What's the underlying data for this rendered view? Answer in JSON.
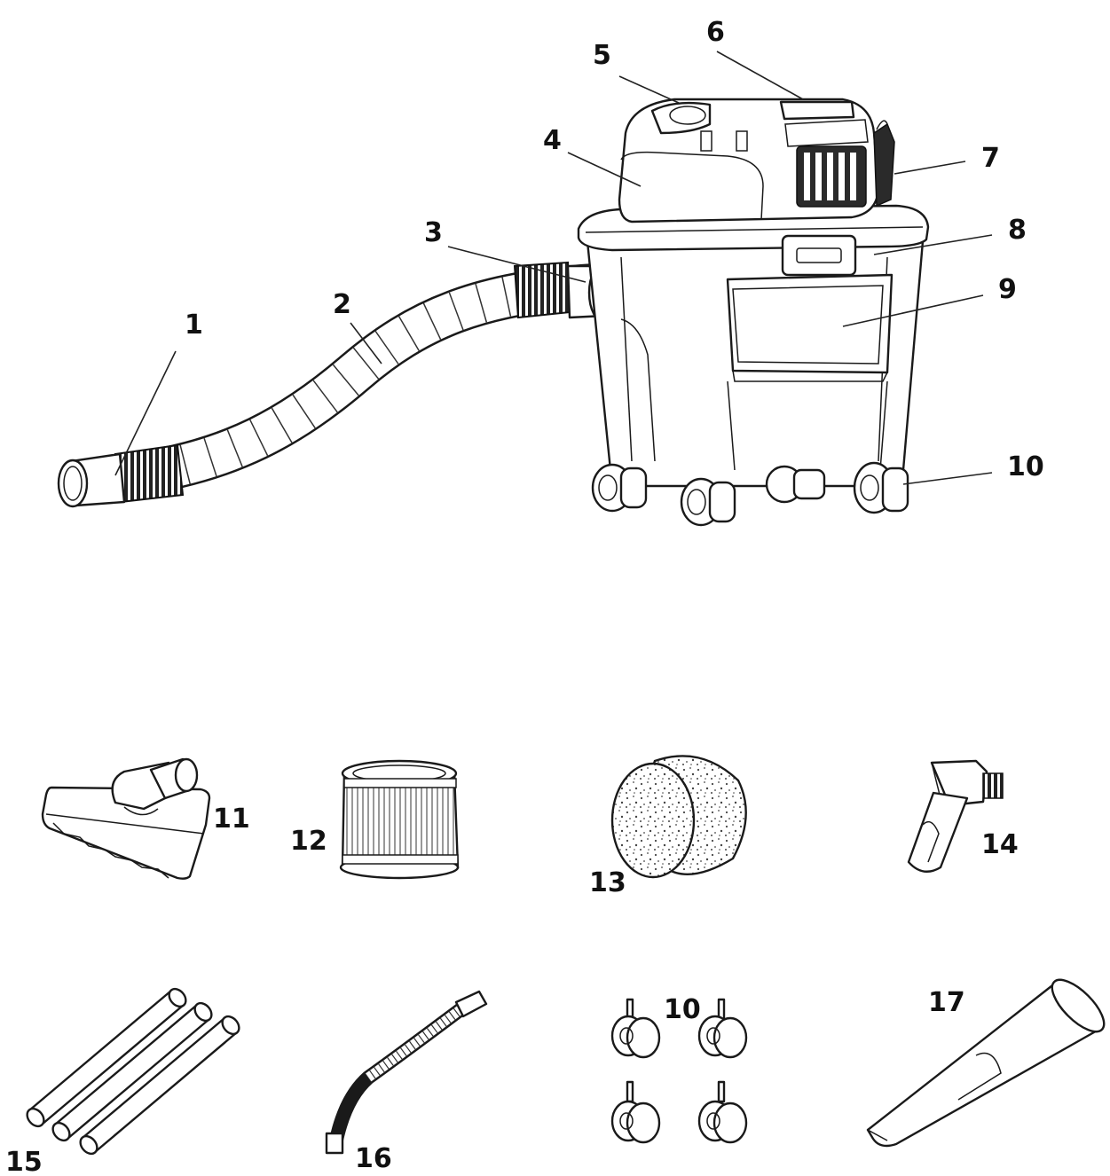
{
  "diagram": {
    "callouts": {
      "c1": "1",
      "c2": "2",
      "c3": "3",
      "c4": "4",
      "c5": "5",
      "c6": "6",
      "c7": "7",
      "c8": "8",
      "c9": "9",
      "c10_wheels": "10",
      "c11": "11",
      "c12": "12",
      "c13": "13",
      "c14": "14",
      "c15": "15",
      "c16": "16",
      "c10_casters": "10",
      "c17": "17"
    }
  }
}
